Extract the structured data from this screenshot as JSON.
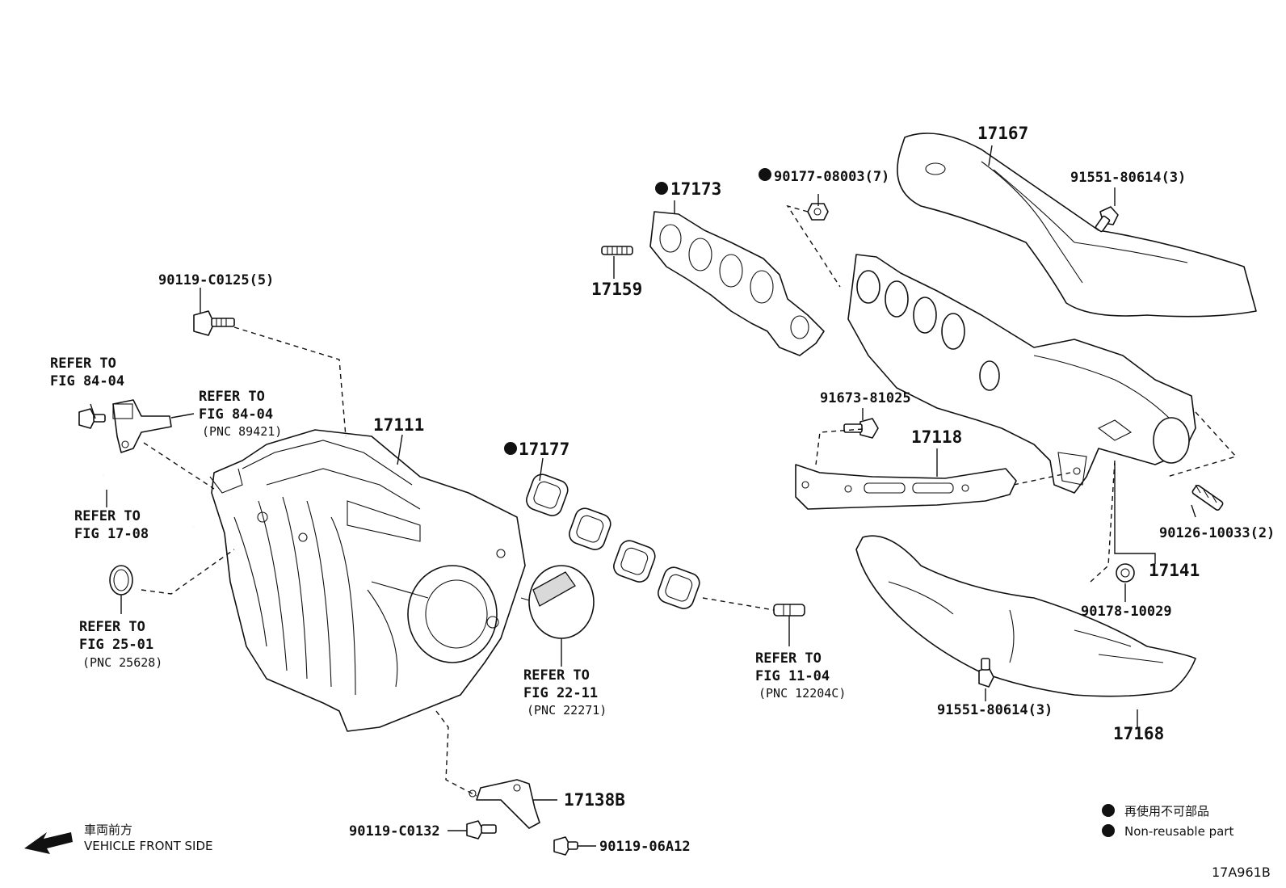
{
  "diagram_code": "17A961B",
  "direction": {
    "jp": "車両前方",
    "en": "VEHICLE FRONT SIDE"
  },
  "legend": {
    "jp": "再使用不可部品",
    "en": "Non-reusable part"
  },
  "parts": {
    "p17167": "17167",
    "p91551_top": "91551-80614(3)",
    "p90177": "90177-08003(7)",
    "p17173": "17173",
    "p17159": "17159",
    "p90119_c0125": "90119-C0125(5)",
    "p91673": "91673-81025",
    "p17118": "17118",
    "p17111": "17111",
    "p17177": "17177",
    "p90126": "90126-10033(2)",
    "p17141": "17141",
    "p90178": "90178-10029",
    "p91551_bottom": "91551-80614(3)",
    "p17168": "17168",
    "p17138b": "17138B",
    "p90119_c0132": "90119-C0132",
    "p90119_06a12": "90119-06A12"
  },
  "refs": {
    "r8404a_1": "REFER TO",
    "r8404a_2": "FIG 84-04",
    "r8404b_1": "REFER TO",
    "r8404b_2": "FIG 84-04",
    "r8404b_3": "(PNC 89421)",
    "r1708_1": "REFER TO",
    "r1708_2": "FIG 17-08",
    "r2501_1": "REFER TO",
    "r2501_2": "FIG 25-01",
    "r2501_3": "(PNC 25628)",
    "r2211_1": "REFER TO",
    "r2211_2": "FIG 22-11",
    "r2211_3": "(PNC 22271)",
    "r1104_1": "REFER TO",
    "r1104_2": "FIG 11-04",
    "r1104_3": "(PNC 12204C)"
  }
}
